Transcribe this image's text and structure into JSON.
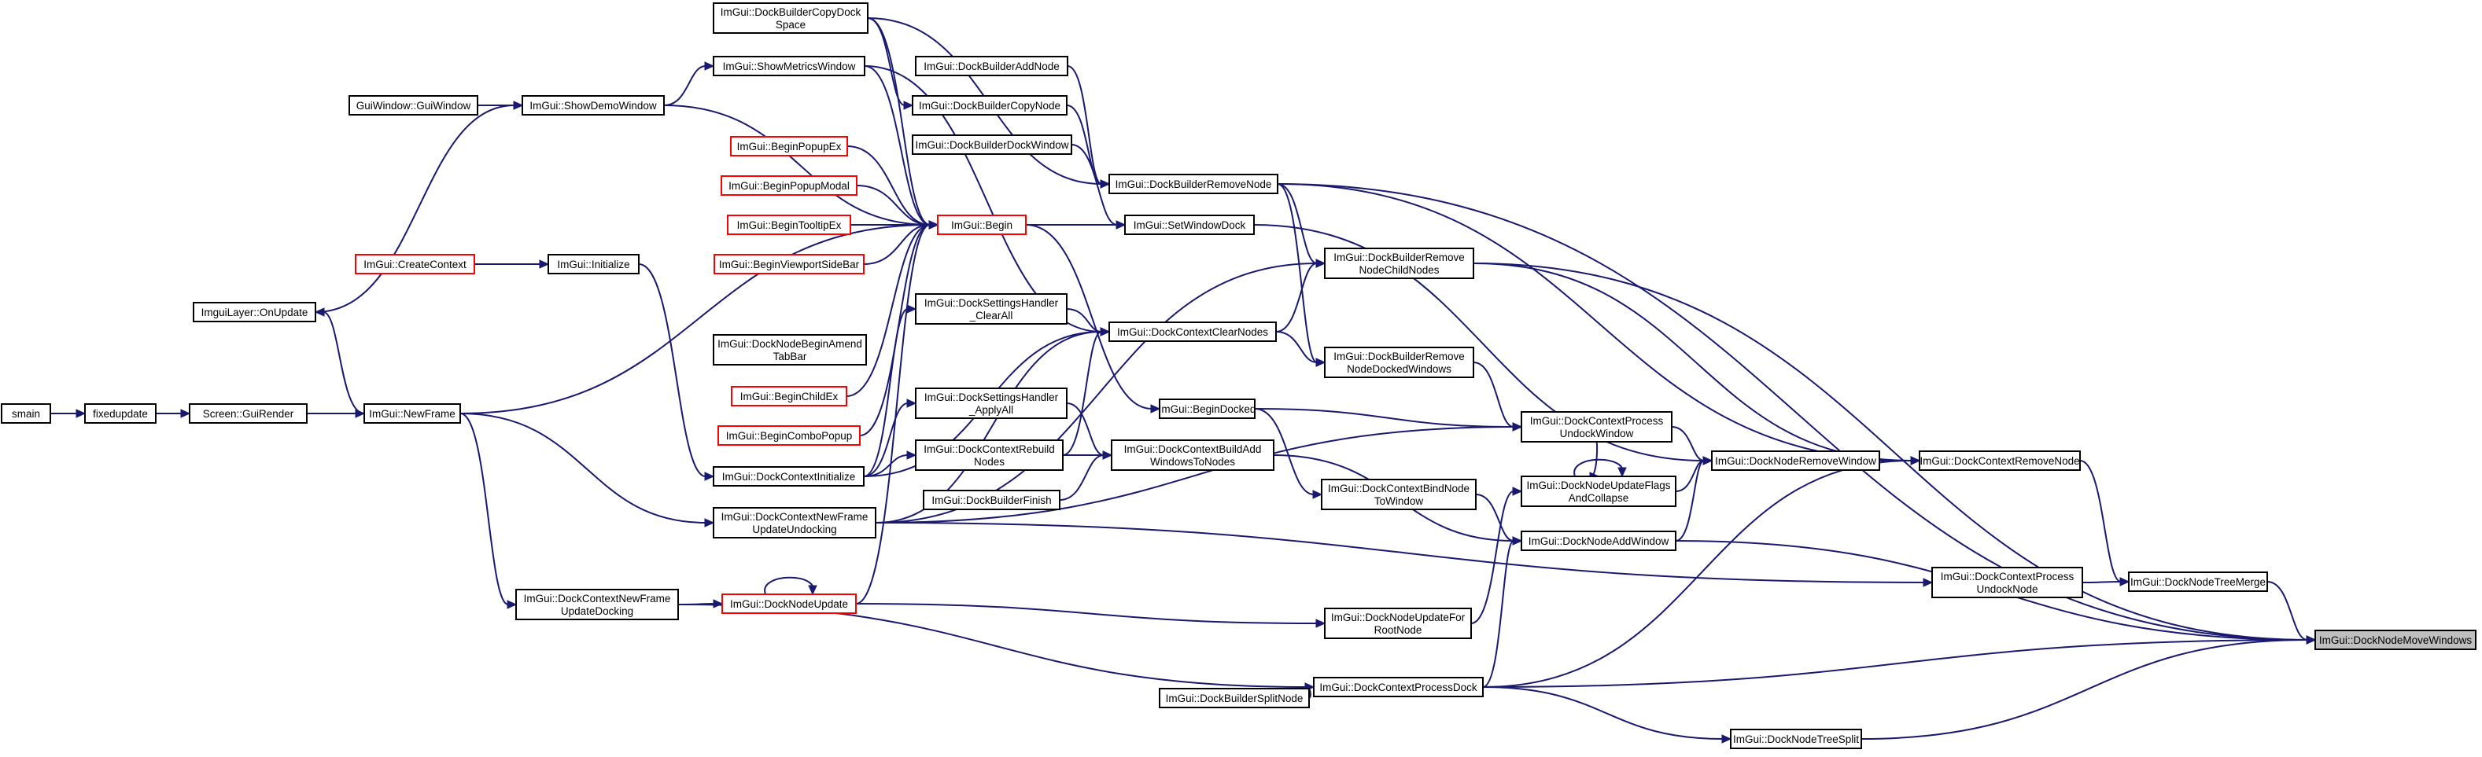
{
  "graph": {
    "title": "",
    "colors": {
      "edge": "#191970",
      "node_border": "#000000",
      "truncated_border": "#ff0000",
      "current_fill": "#bfbfbf"
    },
    "nodes": [
      {
        "id": "smain",
        "lines": [
          "smain"
        ],
        "style": "normal"
      },
      {
        "id": "fixedupdate",
        "lines": [
          "fixedupdate"
        ],
        "style": "normal"
      },
      {
        "id": "gui_render",
        "lines": [
          "Screen::GuiRender"
        ],
        "style": "normal"
      },
      {
        "id": "new_frame",
        "lines": [
          "ImGui::NewFrame"
        ],
        "style": "normal"
      },
      {
        "id": "imgui_layer",
        "lines": [
          "ImguiLayer::OnUpdate"
        ],
        "style": "normal"
      },
      {
        "id": "gui_window",
        "lines": [
          "GuiWindow::GuiWindow"
        ],
        "style": "normal"
      },
      {
        "id": "show_demo",
        "lines": [
          "ImGui::ShowDemoWindow"
        ],
        "style": "normal"
      },
      {
        "id": "create_context",
        "lines": [
          "ImGui::CreateContext"
        ],
        "style": "truncated"
      },
      {
        "id": "initialize",
        "lines": [
          "ImGui::Initialize"
        ],
        "style": "normal"
      },
      {
        "id": "nf_update_docking",
        "lines": [
          "ImGui::DockContextNewFrame",
          "UpdateDocking"
        ],
        "style": "normal"
      },
      {
        "id": "copy_dock_space",
        "lines": [
          "ImGui::DockBuilderCopyDock",
          "Space"
        ],
        "style": "normal"
      },
      {
        "id": "show_metrics",
        "lines": [
          "ImGui::ShowMetricsWindow"
        ],
        "style": "normal"
      },
      {
        "id": "begin_popup_ex",
        "lines": [
          "ImGui::BeginPopupEx"
        ],
        "style": "truncated"
      },
      {
        "id": "begin_popup_modal",
        "lines": [
          "ImGui::BeginPopupModal"
        ],
        "style": "truncated"
      },
      {
        "id": "begin_tooltip_ex",
        "lines": [
          "ImGui::BeginTooltipEx"
        ],
        "style": "truncated"
      },
      {
        "id": "begin_viewport_sidebar",
        "lines": [
          "ImGui::BeginViewportSideBar"
        ],
        "style": "truncated"
      },
      {
        "id": "begin_amend_tabbar",
        "lines": [
          "ImGui::DockNodeBeginAmend",
          "TabBar"
        ],
        "style": "normal"
      },
      {
        "id": "begin_child_ex",
        "lines": [
          "ImGui::BeginChildEx"
        ],
        "style": "truncated"
      },
      {
        "id": "begin_combo_popup",
        "lines": [
          "ImGui::BeginComboPopup"
        ],
        "style": "truncated"
      },
      {
        "id": "ctx_initialize",
        "lines": [
          "ImGui::DockContextInitialize"
        ],
        "style": "normal"
      },
      {
        "id": "nf_update_undocking",
        "lines": [
          "ImGui::DockContextNewFrame",
          "UpdateUndocking"
        ],
        "style": "normal"
      },
      {
        "id": "node_update",
        "lines": [
          "ImGui::DockNodeUpdate"
        ],
        "style": "truncated"
      },
      {
        "id": "add_node",
        "lines": [
          "ImGui::DockBuilderAddNode"
        ],
        "style": "normal"
      },
      {
        "id": "copy_node",
        "lines": [
          "ImGui::DockBuilderCopyNode"
        ],
        "style": "normal"
      },
      {
        "id": "dock_window",
        "lines": [
          "ImGui::DockBuilderDockWindow"
        ],
        "style": "normal"
      },
      {
        "id": "begin",
        "lines": [
          "ImGui::Begin"
        ],
        "style": "truncated"
      },
      {
        "id": "settings_clear_all",
        "lines": [
          "ImGui::DockSettingsHandler",
          "_ClearAll"
        ],
        "style": "normal"
      },
      {
        "id": "settings_apply_all",
        "lines": [
          "ImGui::DockSettingsHandler",
          "_ApplyAll"
        ],
        "style": "normal"
      },
      {
        "id": "rebuild_nodes",
        "lines": [
          "ImGui::DockContextRebuild",
          "Nodes"
        ],
        "style": "normal"
      },
      {
        "id": "builder_finish",
        "lines": [
          "ImGui::DockBuilderFinish"
        ],
        "style": "normal"
      },
      {
        "id": "builder_split_node",
        "lines": [
          "ImGui::DockBuilderSplitNode"
        ],
        "style": "normal"
      },
      {
        "id": "remove_node",
        "lines": [
          "ImGui::DockBuilderRemoveNode"
        ],
        "style": "normal"
      },
      {
        "id": "set_window_dock",
        "lines": [
          "ImGui::SetWindowDock"
        ],
        "style": "normal"
      },
      {
        "id": "clear_nodes",
        "lines": [
          "ImGui::DockContextClearNodes"
        ],
        "style": "normal"
      },
      {
        "id": "begin_docked",
        "lines": [
          "ImGui::BeginDocked"
        ],
        "style": "normal"
      },
      {
        "id": "build_add_windows",
        "lines": [
          "ImGui::DockContextBuildAdd",
          "WindowsToNodes"
        ],
        "style": "normal"
      },
      {
        "id": "remove_child_nodes",
        "lines": [
          "ImGui::DockBuilderRemove",
          "NodeChildNodes"
        ],
        "style": "normal"
      },
      {
        "id": "remove_docked_windows",
        "lines": [
          "ImGui::DockBuilderRemove",
          "NodeDockedWindows"
        ],
        "style": "normal"
      },
      {
        "id": "bind_node_to_window",
        "lines": [
          "ImGui::DockContextBindNode",
          "ToWindow"
        ],
        "style": "normal"
      },
      {
        "id": "update_for_root",
        "lines": [
          "ImGui::DockNodeUpdateFor",
          "RootNode"
        ],
        "style": "normal"
      },
      {
        "id": "process_dock",
        "lines": [
          "ImGui::DockContextProcessDock"
        ],
        "style": "normal"
      },
      {
        "id": "process_undock_window",
        "lines": [
          "ImGui::DockContextProcess",
          "UndockWindow"
        ],
        "style": "normal"
      },
      {
        "id": "update_flags_collapse",
        "lines": [
          "ImGui::DockNodeUpdateFlags",
          "AndCollapse"
        ],
        "style": "normal"
      },
      {
        "id": "node_add_window",
        "lines": [
          "ImGui::DockNodeAddWindow"
        ],
        "style": "normal"
      },
      {
        "id": "node_remove_window",
        "lines": [
          "ImGui::DockNodeRemoveWindow"
        ],
        "style": "normal"
      },
      {
        "id": "tree_split",
        "lines": [
          "ImGui::DockNodeTreeSplit"
        ],
        "style": "normal"
      },
      {
        "id": "ctx_remove_node",
        "lines": [
          "ImGui::DockContextRemoveNode"
        ],
        "style": "normal"
      },
      {
        "id": "process_undock_node",
        "lines": [
          "ImGui::DockContextProcess",
          "UndockNode"
        ],
        "style": "normal"
      },
      {
        "id": "tree_merge",
        "lines": [
          "ImGui::DockNodeTreeMerge"
        ],
        "style": "normal"
      },
      {
        "id": "move_windows",
        "lines": [
          "ImGui::DockNodeMoveWindows"
        ],
        "style": "current"
      }
    ],
    "edges": [
      [
        "smain",
        "fixedupdate"
      ],
      [
        "fixedupdate",
        "gui_render"
      ],
      [
        "gui_render",
        "new_frame"
      ],
      [
        "new_frame",
        "imgui_layer"
      ],
      [
        "gui_window",
        "show_demo"
      ],
      [
        "imgui_layer",
        "show_demo"
      ],
      [
        "create_context",
        "initialize"
      ],
      [
        "new_frame",
        "nf_update_docking"
      ],
      [
        "new_frame",
        "nf_update_undocking"
      ],
      [
        "initialize",
        "ctx_initialize"
      ],
      [
        "new_frame",
        "begin"
      ],
      [
        "show_demo",
        "show_metrics"
      ],
      [
        "show_demo",
        "begin"
      ],
      [
        "show_metrics",
        "begin"
      ],
      [
        "begin_popup_ex",
        "begin"
      ],
      [
        "begin_popup_modal",
        "begin"
      ],
      [
        "begin_tooltip_ex",
        "begin"
      ],
      [
        "begin_viewport_sidebar",
        "begin"
      ],
      [
        "begin_child_ex",
        "begin"
      ],
      [
        "begin_combo_popup",
        "begin"
      ],
      [
        "nf_update_docking",
        "node_update"
      ],
      [
        "node_update",
        "node_update"
      ],
      [
        "node_update",
        "begin"
      ],
      [
        "copy_dock_space",
        "begin"
      ],
      [
        "copy_dock_space",
        "copy_node"
      ],
      [
        "show_metrics",
        "clear_nodes"
      ],
      [
        "add_node",
        "remove_node"
      ],
      [
        "copy_node",
        "remove_node"
      ],
      [
        "copy_dock_space",
        "remove_node"
      ],
      [
        "dock_window",
        "set_window_dock"
      ],
      [
        "begin",
        "set_window_dock"
      ],
      [
        "begin",
        "begin_docked"
      ],
      [
        "settings_clear_all",
        "clear_nodes"
      ],
      [
        "ctx_initialize",
        "clear_nodes"
      ],
      [
        "settings_apply_all",
        "build_add_windows"
      ],
      [
        "rebuild_nodes",
        "build_add_windows"
      ],
      [
        "builder_finish",
        "build_add_windows"
      ],
      [
        "ctx_initialize",
        "settings_clear_all"
      ],
      [
        "ctx_initialize",
        "settings_apply_all"
      ],
      [
        "ctx_initialize",
        "rebuild_nodes"
      ],
      [
        "rebuild_nodes",
        "clear_nodes"
      ],
      [
        "nf_update_undocking",
        "clear_nodes"
      ],
      [
        "nf_update_undocking",
        "remove_child_nodes"
      ],
      [
        "nf_update_undocking",
        "process_undock_window"
      ],
      [
        "nf_update_undocking",
        "process_undock_node"
      ],
      [
        "nf_update_docking",
        "process_dock"
      ],
      [
        "node_update",
        "update_for_root"
      ],
      [
        "builder_split_node",
        "process_dock"
      ],
      [
        "remove_node",
        "remove_child_nodes"
      ],
      [
        "remove_node",
        "remove_docked_windows"
      ],
      [
        "clear_nodes",
        "remove_child_nodes"
      ],
      [
        "clear_nodes",
        "remove_docked_windows"
      ],
      [
        "begin_docked",
        "bind_node_to_window"
      ],
      [
        "begin_docked",
        "process_undock_window"
      ],
      [
        "set_window_dock",
        "node_remove_window"
      ],
      [
        "build_add_windows",
        "node_add_window"
      ],
      [
        "remove_docked_windows",
        "process_undock_window"
      ],
      [
        "bind_node_to_window",
        "node_add_window"
      ],
      [
        "update_for_root",
        "update_flags_collapse"
      ],
      [
        "process_dock",
        "node_add_window"
      ],
      [
        "process_dock",
        "tree_split"
      ],
      [
        "process_dock",
        "ctx_remove_node"
      ],
      [
        "process_undock_window",
        "update_flags_collapse"
      ],
      [
        "process_undock_window",
        "node_remove_window"
      ],
      [
        "update_flags_collapse",
        "update_flags_collapse"
      ],
      [
        "update_flags_collapse",
        "node_remove_window"
      ],
      [
        "node_add_window",
        "node_remove_window"
      ],
      [
        "node_remove_window",
        "ctx_remove_node"
      ],
      [
        "remove_child_nodes",
        "ctx_remove_node"
      ],
      [
        "remove_node",
        "ctx_remove_node"
      ],
      [
        "remove_child_nodes",
        "move_windows"
      ],
      [
        "remove_node",
        "move_windows"
      ],
      [
        "ctx_remove_node",
        "tree_merge"
      ],
      [
        "process_undock_node",
        "tree_merge"
      ],
      [
        "tree_merge",
        "move_windows"
      ],
      [
        "node_add_window",
        "move_windows"
      ],
      [
        "process_dock",
        "move_windows"
      ],
      [
        "tree_split",
        "move_windows"
      ]
    ]
  }
}
